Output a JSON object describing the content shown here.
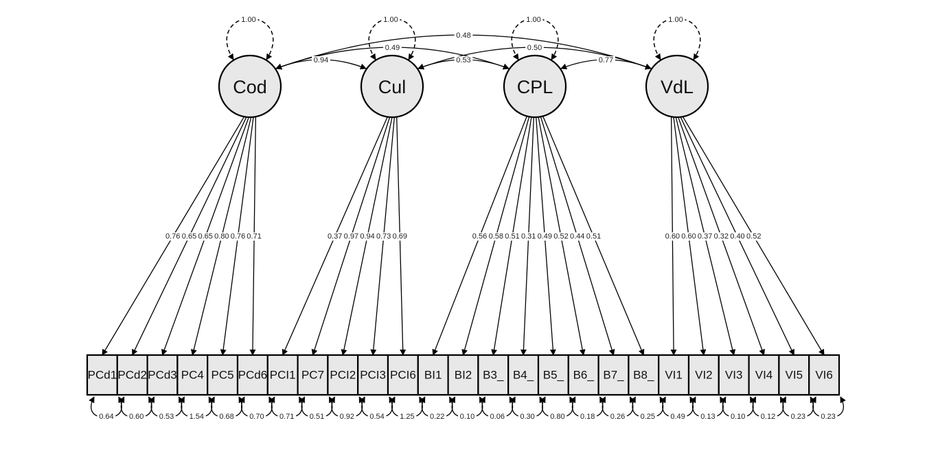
{
  "title": "Confirmatory factor analysis path diagram",
  "latents": [
    {
      "id": "Cod",
      "label": "Cod",
      "variance": "1.00"
    },
    {
      "id": "Cul",
      "label": "Cul",
      "variance": "1.00"
    },
    {
      "id": "CPL",
      "label": "CPL",
      "variance": "1.00"
    },
    {
      "id": "VdL",
      "label": "VdL",
      "variance": "1.00"
    }
  ],
  "covariances": [
    {
      "from": "Cod",
      "to": "Cul",
      "value": "0.94"
    },
    {
      "from": "Cod",
      "to": "CPL",
      "value": "0.49"
    },
    {
      "from": "Cod",
      "to": "VdL",
      "value": "0.48"
    },
    {
      "from": "Cul",
      "to": "CPL",
      "value": "0.53"
    },
    {
      "from": "Cul",
      "to": "VdL",
      "value": "0.50"
    },
    {
      "from": "CPL",
      "to": "VdL",
      "value": "0.77"
    }
  ],
  "indicators": [
    {
      "label": "PCd1",
      "factor": "Cod",
      "loading": "0.76",
      "residual": "0.64"
    },
    {
      "label": "PCd2",
      "factor": "Cod",
      "loading": "0.65",
      "residual": "0.60"
    },
    {
      "label": "PCd3",
      "factor": "Cod",
      "loading": "0.65",
      "residual": "0.53"
    },
    {
      "label": "PC4",
      "factor": "Cod",
      "loading": "0.80",
      "residual": "1.54"
    },
    {
      "label": "PC5",
      "factor": "Cod",
      "loading": "0.76",
      "residual": "0.68"
    },
    {
      "label": "PCd6",
      "factor": "Cod",
      "loading": "0.71",
      "residual": "0.70"
    },
    {
      "label": "PCI1",
      "factor": "Cul",
      "loading": "0.37",
      "residual": "0.71"
    },
    {
      "label": "PC7",
      "factor": "Cul",
      "loading": "0.97",
      "residual": "0.51"
    },
    {
      "label": "PCI2",
      "factor": "Cul",
      "loading": "0.94",
      "residual": "0.92"
    },
    {
      "label": "PCI3",
      "factor": "Cul",
      "loading": "0.73",
      "residual": "0.54"
    },
    {
      "label": "PCI6",
      "factor": "Cul",
      "loading": "0.69",
      "residual": "1.25"
    },
    {
      "label": "BI1",
      "factor": "CPL",
      "loading": "0.56",
      "residual": "0.22"
    },
    {
      "label": "BI2",
      "factor": "CPL",
      "loading": "0.58",
      "residual": "0.10"
    },
    {
      "label": "B3_",
      "factor": "CPL",
      "loading": "0.51",
      "residual": "0.06"
    },
    {
      "label": "B4_",
      "factor": "CPL",
      "loading": "0.31",
      "residual": "0.30"
    },
    {
      "label": "B5_",
      "factor": "CPL",
      "loading": "0.49",
      "residual": "0.80"
    },
    {
      "label": "B6_",
      "factor": "CPL",
      "loading": "0.52",
      "residual": "0.18"
    },
    {
      "label": "B7_",
      "factor": "CPL",
      "loading": "0.44",
      "residual": "0.26"
    },
    {
      "label": "B8_",
      "factor": "CPL",
      "loading": "0.51",
      "residual": "0.25"
    },
    {
      "label": "VI1",
      "factor": "VdL",
      "loading": "0.60",
      "residual": "0.49"
    },
    {
      "label": "VI2",
      "factor": "VdL",
      "loading": "0.60",
      "residual": "0.13"
    },
    {
      "label": "VI3",
      "factor": "VdL",
      "loading": "0.37",
      "residual": "0.10"
    },
    {
      "label": "VI4",
      "factor": "VdL",
      "loading": "0.32",
      "residual": "0.12"
    },
    {
      "label": "VI5",
      "factor": "VdL",
      "loading": "0.40",
      "residual": "0.23"
    },
    {
      "label": "VI6",
      "factor": "VdL",
      "loading": "0.52",
      "residual": "0.23"
    }
  ]
}
